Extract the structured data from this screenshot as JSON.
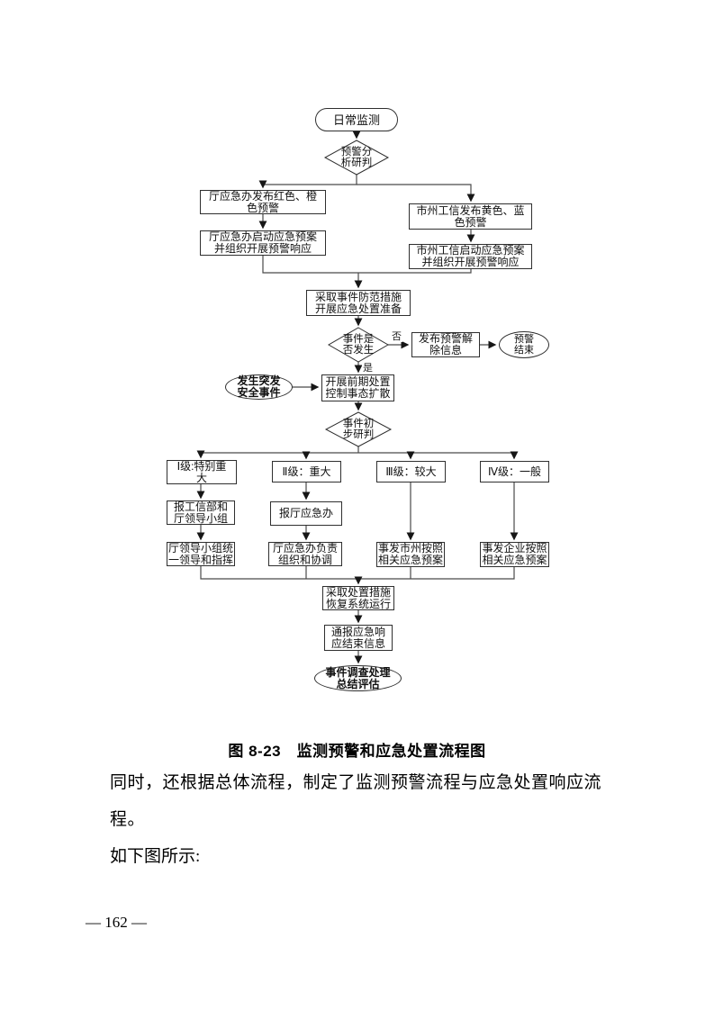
{
  "figure": {
    "caption": "图 8-23　监测预警和应急处置流程图"
  },
  "body": {
    "line1": "同时，还根据总体流程，制定了监测预警流程与应急处置响应流程。",
    "line2": "如下图所示:"
  },
  "footer": {
    "page_number": "— 162 —"
  },
  "colors": {
    "ink": "#111111",
    "connector": "#4a4a4a",
    "node_border": "#2f2f2f"
  },
  "flowchart": {
    "nodes": {
      "daily_monitoring": "日常监测",
      "warning_analysis": "预警分\n析研判",
      "dept_issue_warning": "厅应急办发布红色、橙\n色预警",
      "city_issue_warning": "市州工信发布黄色、蓝\n色预警",
      "dept_start_plan": "厅应急办启动应急预案\n并组织开展预警响应",
      "city_start_plan": "市州工信启动应急预案\n并组织开展预警响应",
      "take_precautions": "采取事件防范措施\n开展应急处置准备",
      "event_occurred": "事件是\n否发生",
      "release_info": "发布预警解\n除信息",
      "warning_end": "预警\n结束",
      "sudden_event": "发生突发\n安全事件",
      "early_disposal": "开展前期处置\n控制事态扩散",
      "initial_judgment": "事件初\n步研判",
      "level1": "Ⅰ级:特别重\n大",
      "level2": "Ⅱ级：重大",
      "level3": "Ⅲ级：较大",
      "level4": "Ⅳ级：一般",
      "report_miit": "报工信部和\n厅领导小组",
      "report_dept_office": "报厅应急办",
      "dept_group_lead": "厅领导小组统\n一领导和指挥",
      "dept_office_coordinate": "厅应急办负责\n组织和协调",
      "city_follow_plan": "事发市州按照\n相关应急预案",
      "enterprise_follow_plan": "事发企业按照\n相关应急预案",
      "take_measures": "采取处置措施\n恢复系统运行",
      "notify_end": "通报应急响\n应结束信息",
      "investigation_summary": "事件调查处理\n总结评估"
    },
    "edge_labels": {
      "no": "否",
      "yes": "是"
    }
  }
}
